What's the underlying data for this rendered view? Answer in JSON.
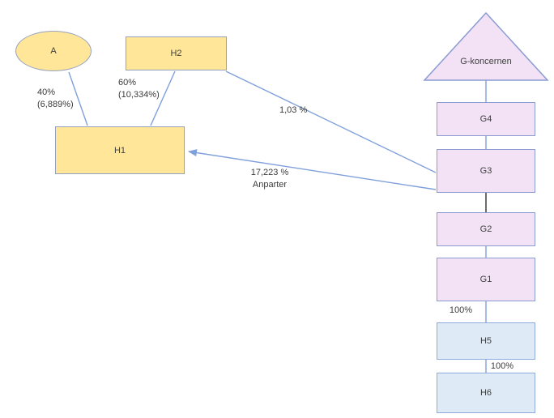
{
  "diagram": {
    "nodes": {
      "a": {
        "label": "A",
        "shape": "ellipse"
      },
      "h2": {
        "label": "H2",
        "shape": "rect"
      },
      "h1": {
        "label": "H1",
        "shape": "rect"
      },
      "g_koncernen": {
        "label": "G-koncernen",
        "shape": "triangle"
      },
      "g4": {
        "label": "G4",
        "shape": "rect"
      },
      "g3": {
        "label": "G3",
        "shape": "rect"
      },
      "g2": {
        "label": "G2",
        "shape": "rect"
      },
      "g1": {
        "label": "G1",
        "shape": "rect"
      },
      "h5": {
        "label": "H5",
        "shape": "rect"
      },
      "h6": {
        "label": "H6",
        "shape": "rect"
      }
    },
    "edge_labels": {
      "a_h1": {
        "line1": "40%",
        "line2": "(6,889%)"
      },
      "h2_h1": {
        "line1": "60%",
        "line2": "(10,334%)"
      },
      "h2_g3": {
        "line1": "1,03 %"
      },
      "g3_h1": {
        "line1": "17,223 %",
        "line2": "Anparter"
      },
      "g1_h5": {
        "line1": "100%"
      },
      "h5_h6": {
        "line1": "100%"
      }
    },
    "colors": {
      "yellow_fill": "#FFE699",
      "yellow_border": "#96A2BD",
      "pink_fill": "#F3E2F5",
      "pink_border": "#8B9BD2",
      "blue_fill": "#DEEAF6",
      "blue_border": "#8FAADC",
      "connector_blue": "#7FA0DB",
      "connector_black": "#2e2e2e",
      "text": "#3b3b3b"
    }
  }
}
